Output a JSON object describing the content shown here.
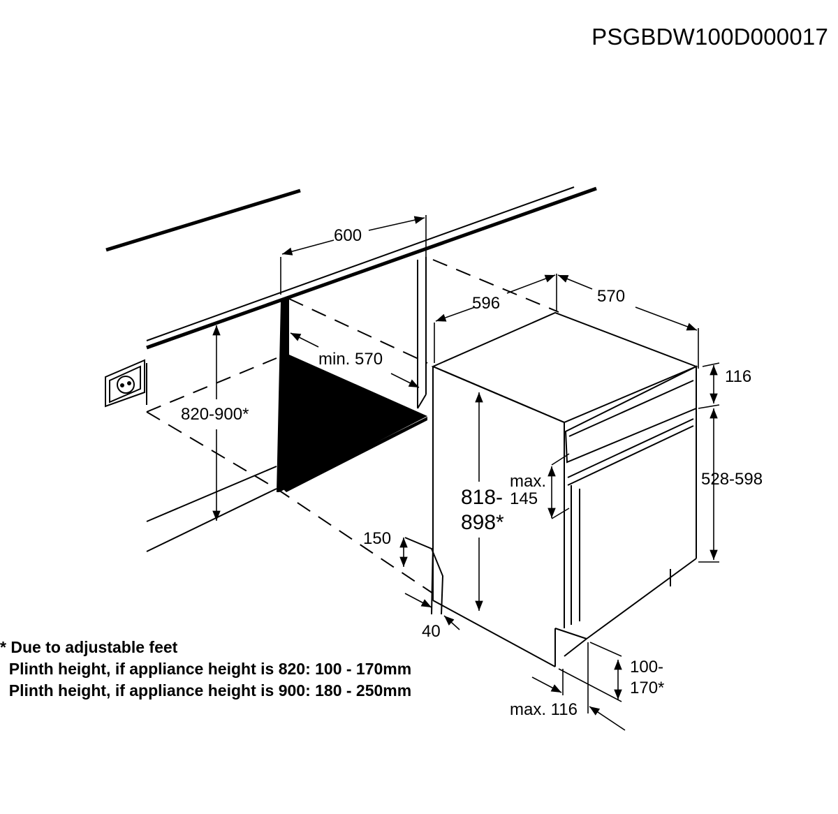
{
  "doc_code": "PSGBDW100D000017",
  "dimensions": {
    "niche_width": "600",
    "appliance_width": "596",
    "appliance_depth": "570",
    "niche_min_depth": "min. 570",
    "niche_height": "820-900*",
    "panel_top": "116",
    "appliance_height_line1": "818-",
    "appliance_height_line2": "898*",
    "panel_max_line1": "max.",
    "panel_max_line2": "145",
    "panel_height": "528-598",
    "plinth_cut_height": "150",
    "plinth_cut_depth": "40",
    "plinth_height_line1": "100-",
    "plinth_height_line2": "170*",
    "plinth_max_depth": "max. 116"
  },
  "notes": [
    "* Due to adjustable feet",
    "  Plinth height, if appliance height is 820: 100 - 170mm",
    "  Plinth height, if appliance height is 900: 180 - 250mm"
  ]
}
